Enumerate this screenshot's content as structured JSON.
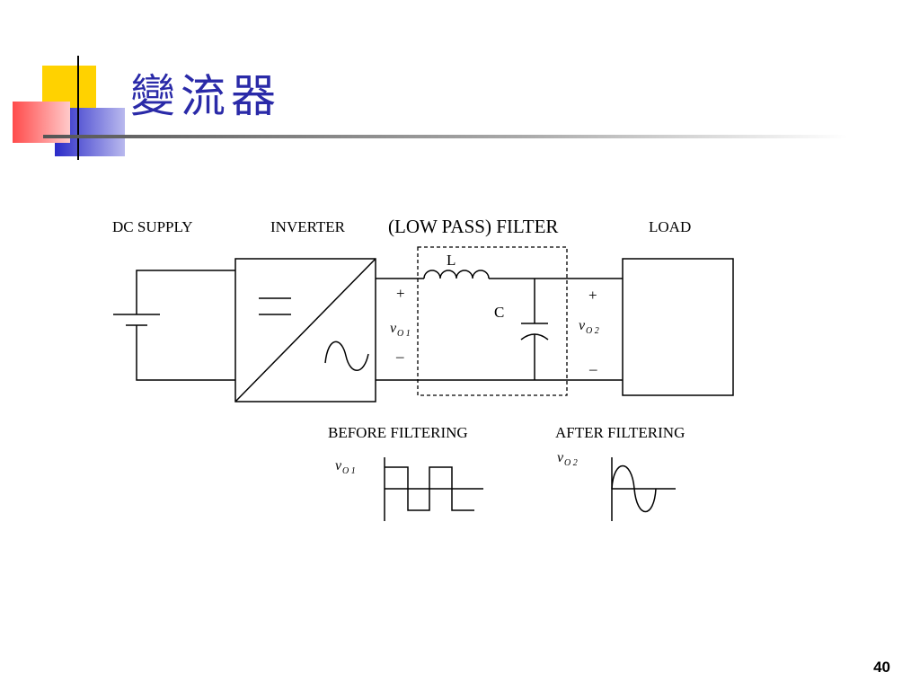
{
  "slide": {
    "title": "變流器",
    "page_number": "40"
  },
  "colors": {
    "title": "#2a2aa8",
    "deco_yellow": "#ffd200",
    "deco_red": "#ff4b4b",
    "deco_blue": "#3a3ad6"
  },
  "diagram": {
    "blocks": {
      "dc_supply": "DC SUPPLY",
      "inverter": "INVERTER",
      "filter": "(LOW PASS) FILTER",
      "load": "LOAD"
    },
    "components": {
      "inductor": "L",
      "capacitor": "C"
    },
    "terminals": {
      "vo1": {
        "plus": "+",
        "minus": "–",
        "symbol": "v",
        "subscript": "O 1"
      },
      "vo2": {
        "plus": "+",
        "minus": "–",
        "symbol": "v",
        "subscript": "O 2"
      }
    },
    "waveforms": {
      "before_label": "BEFORE FILTERING",
      "after_label": "AFTER FILTERING",
      "before_symbol": "v",
      "before_subscript": "O 1",
      "after_symbol": "v",
      "after_subscript": "O 2"
    }
  }
}
